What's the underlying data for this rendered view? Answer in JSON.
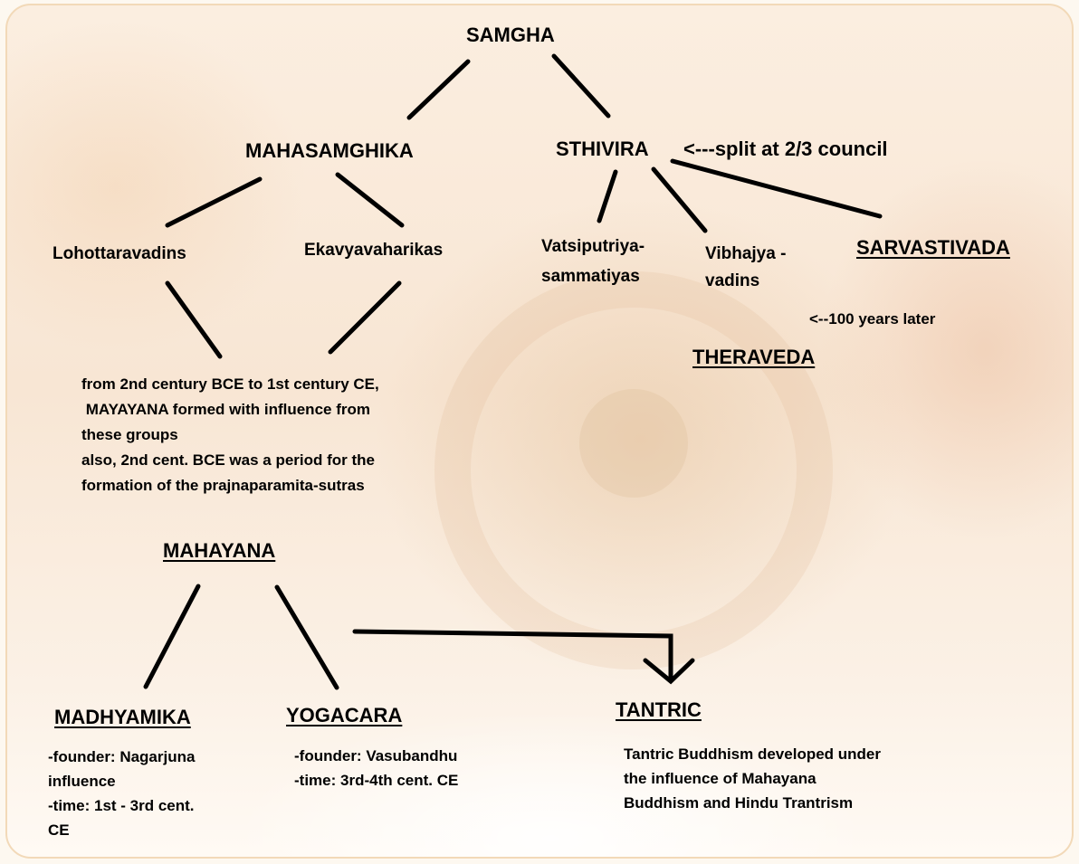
{
  "nodes": {
    "samgha": "SAMGHA",
    "mahasamghika": "MAHASAMGHIKA",
    "sthivira": "STHIVIRA",
    "sthivira_note": "<---split at 2/3 council",
    "lohottaravadins": "Lohottaravadins",
    "ekavyavaharikas": "Ekavyavaharikas",
    "vatsiputriya_1": "Vatsiputriya-",
    "vatsiputriya_2": "sammatiyas",
    "vibhajya_1": "Vibhajya -",
    "vibhajya_2": "vadins",
    "sarvastivada": "SARVASTIVADA",
    "later_note": "<--100 years later",
    "theraveda": "THERAVEDA",
    "mahayana": "MAHAYANA",
    "madhyamika": "MADHYAMIKA",
    "yogacara": "YOGACARA",
    "tantric": "TANTRIC"
  },
  "notes": {
    "formation": [
      "from 2nd century BCE to 1st century CE,",
      " MAYAYANA formed with influence from",
      "these groups",
      "also, 2nd cent. BCE was a period for the",
      "formation of the prajnaparamita-sutras"
    ],
    "madhyamika": [
      "-founder: Nagarjuna",
      "influence",
      "-time: 1st - 3rd cent.",
      "CE"
    ],
    "yogacara": [
      "-founder: Vasubandhu",
      "-time: 3rd-4th cent. CE"
    ],
    "tantric": [
      "Tantric Buddhism developed under",
      "the influence of Mahayana",
      "Buddhism and Hindu Trantrism"
    ]
  }
}
